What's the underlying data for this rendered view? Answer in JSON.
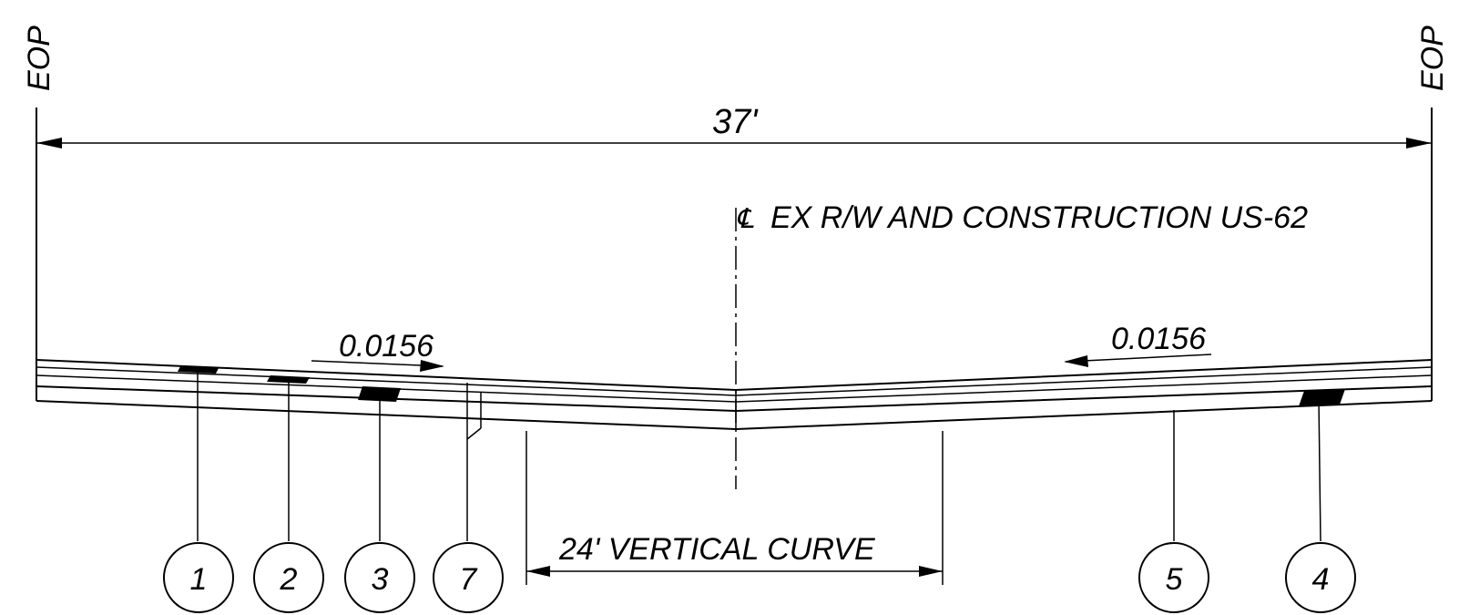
{
  "labels": {
    "eop_left": "EOP",
    "eop_right": "EOP",
    "overall_width": "37'",
    "centerline_label": "EX R/W AND CONSTRUCTION US-62",
    "centerline_symbol": "℄",
    "slope_left": "0.0156",
    "slope_right": "0.0156",
    "vertical_curve": "24' VERTICAL CURVE"
  },
  "callouts": [
    "1",
    "2",
    "3",
    "7",
    "5",
    "4"
  ]
}
